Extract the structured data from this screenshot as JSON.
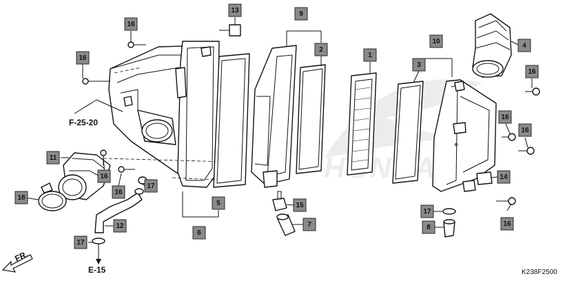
{
  "diagram": {
    "reference_labels": {
      "frame": "F-25-20",
      "engine": "E-15",
      "front": "FR."
    },
    "drawing_code": "K238F2500",
    "watermark_text": "HONDA",
    "callouts": [
      {
        "id": "c1",
        "number": "1"
      },
      {
        "id": "c2",
        "number": "2"
      },
      {
        "id": "c3",
        "number": "3"
      },
      {
        "id": "c4",
        "number": "4"
      },
      {
        "id": "c5",
        "number": "5"
      },
      {
        "id": "c6",
        "number": "6"
      },
      {
        "id": "c7",
        "number": "7"
      },
      {
        "id": "c8",
        "number": "8"
      },
      {
        "id": "c9",
        "number": "9"
      },
      {
        "id": "c10",
        "number": "10"
      },
      {
        "id": "c11",
        "number": "11"
      },
      {
        "id": "c12",
        "number": "12"
      },
      {
        "id": "c13",
        "number": "13"
      },
      {
        "id": "c14",
        "number": "14"
      },
      {
        "id": "c15",
        "number": "15"
      },
      {
        "id": "c16a",
        "number": "16"
      },
      {
        "id": "c16b",
        "number": "16"
      },
      {
        "id": "c16c",
        "number": "16"
      },
      {
        "id": "c16d",
        "number": "16"
      },
      {
        "id": "c16e",
        "number": "16"
      },
      {
        "id": "c16f",
        "number": "16"
      },
      {
        "id": "c16g",
        "number": "16"
      },
      {
        "id": "c16h",
        "number": "16"
      },
      {
        "id": "c16i",
        "number": "16"
      },
      {
        "id": "c17a",
        "number": "17"
      },
      {
        "id": "c17b",
        "number": "17"
      },
      {
        "id": "c17c",
        "number": "17"
      },
      {
        "id": "c18",
        "number": "18"
      }
    ]
  }
}
